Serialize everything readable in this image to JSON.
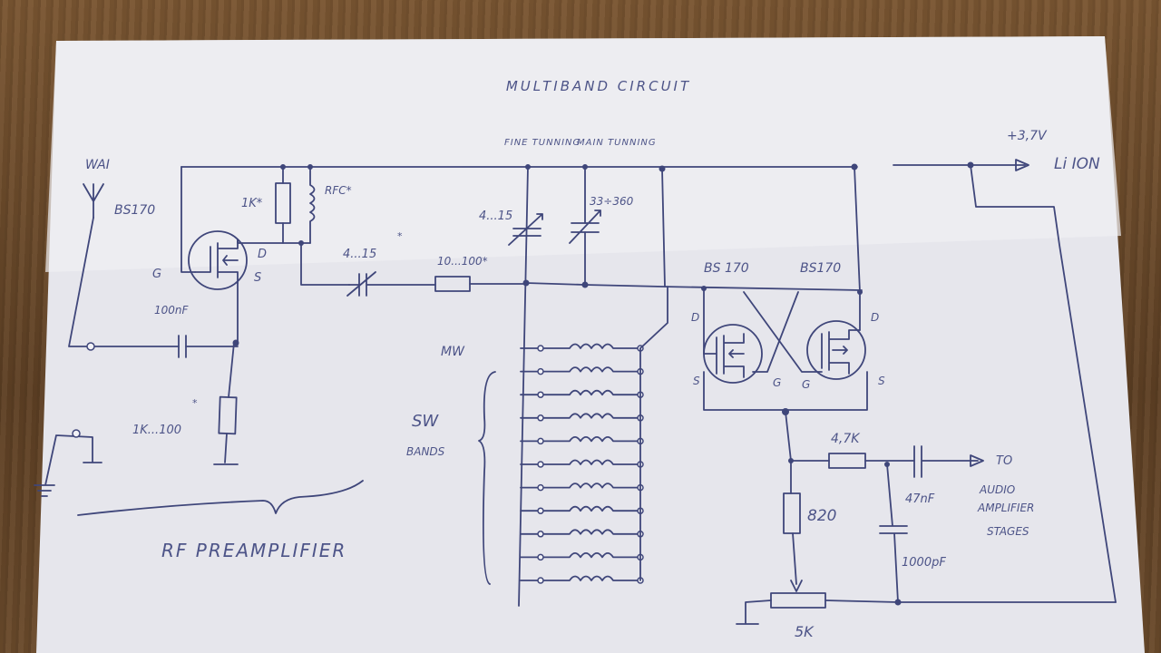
{
  "diagram": {
    "title": "MULTIBAND CIRCUIT",
    "labels": {
      "antenna": "WAI",
      "q1_type": "BS170",
      "r_drain": "1K*",
      "rfc": "RFC*",
      "gate_g": "G",
      "drain_d": "D",
      "source_s": "S",
      "cap_100nf": "100nF",
      "r_source": "1K...100",
      "asterisk": "*",
      "trimmer": "4...15",
      "r_series": "10...100*",
      "fine_tuning": "FINE TUNNING",
      "fine_cap": "4...15",
      "main_tuning": "MAIN TUNNING",
      "main_cap": "33÷360",
      "mw": "MW",
      "sw": "SW",
      "bands": "BANDS",
      "rf_preamplifier": "RF PREAMPLIFIER",
      "q2_type": "BS 170",
      "q3_type": "BS170",
      "q2_d": "D",
      "q2_s": "S",
      "q2_g": "G",
      "q3_g": "G",
      "q3_d": "D",
      "q3_s": "S",
      "supply_v": "+3,7V",
      "supply_batt": "Li ION",
      "r_47k": "4,7K",
      "r_820": "820",
      "c_47nf": "47nF",
      "c_1000pf": "1000pF",
      "pot_5k": "5K",
      "to": "TO",
      "audio": "AUDIO",
      "amplifier": "AMPLIFIER",
      "stages": "STAGES"
    },
    "coil_count": 11
  }
}
